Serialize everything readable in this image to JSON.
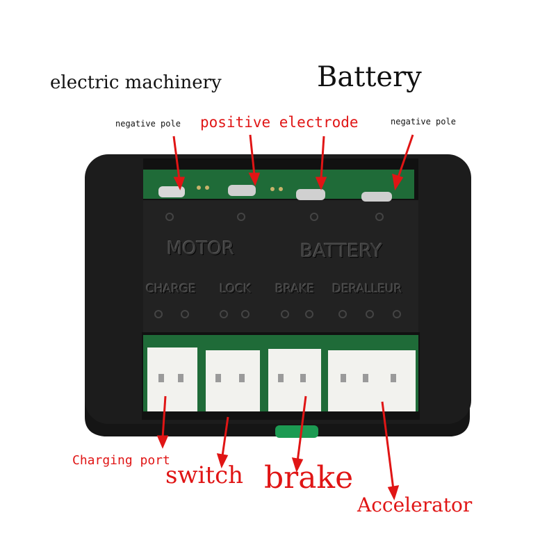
{
  "labels": {
    "electric_machinery": "electric machinery",
    "battery": "Battery",
    "negative_pole_left": "negative pole",
    "positive_electrode": "positive electrode",
    "negative_pole_right": "negative pole",
    "charging_port": "Charging port",
    "switch": "switch",
    "brake": "brake",
    "accelerator": "Accelerator"
  },
  "device": {
    "motor": "MOTOR",
    "battery": "BATTERY",
    "charge": "CHARGE",
    "lock": "LOCK",
    "brake": "BRAKE",
    "derailleur": "DERALLEUR"
  },
  "colors": {
    "annotation_red": "#e01515",
    "housing": "#1c1c1c",
    "pcb_green": "#1f6b38",
    "connector_white": "#f2f2ee"
  }
}
